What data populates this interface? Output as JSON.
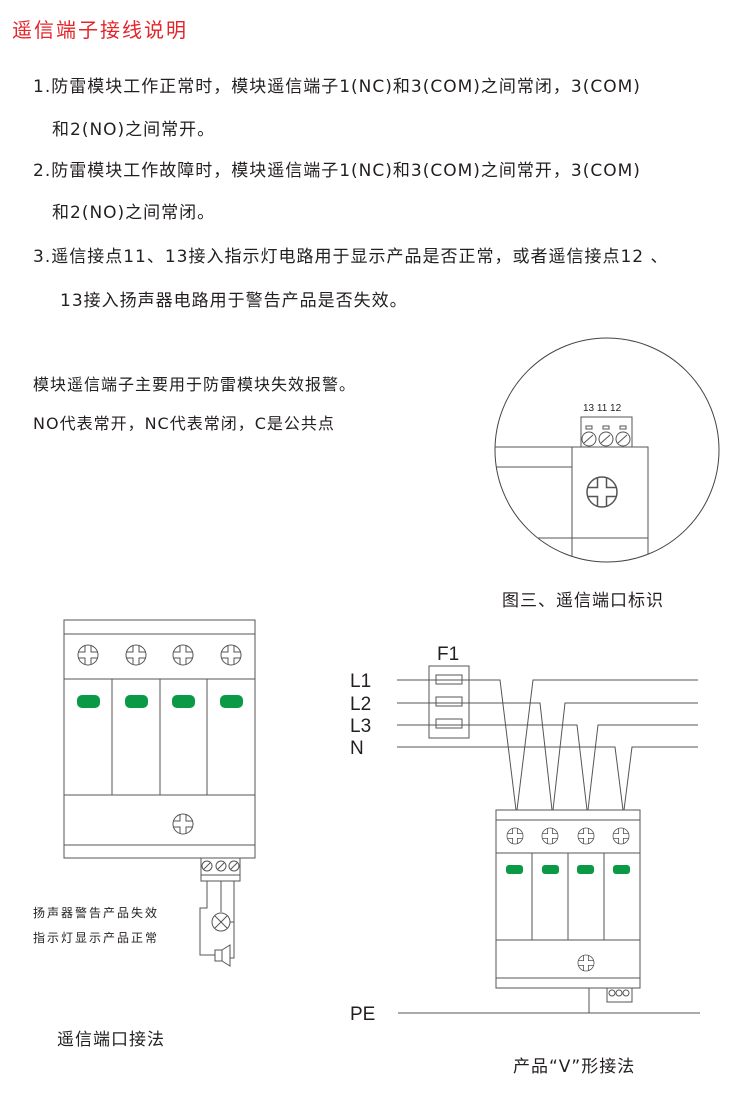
{
  "title": "遥信端子接线说明",
  "paragraphs": [
    "1.防雷模块工作正常时，模块遥信端子1(NC)和3(COM)之间常闭，3(COM)",
    "和2(NO)之间常开。",
    "2.防雷模块工作故障时，模块遥信端子1(NC)和3(COM)之间常开，3(COM)",
    "和2(NO)之间常闭。",
    "3.遥信接点11、13接入指示灯电路用于显示产品是否正常，或者遥信接点12 、",
    "13接入扬声器电路用于警告产品是否失效。"
  ],
  "notes": [
    "模块遥信端子主要用于防雷模块失效报警。",
    "NO代表常开，NC代表常闭，C是公共点"
  ],
  "figure3": {
    "terminal_labels": "13 11 12",
    "caption": "图三、遥信端口标识"
  },
  "left_diagram": {
    "speaker_label": "扬声器警告产品失效",
    "lamp_label": "指示灯显示产品正常",
    "caption": "遥信端口接法"
  },
  "right_diagram": {
    "fuse_label": "F1",
    "lines": [
      "L1",
      "L2",
      "L3",
      "N"
    ],
    "pe_label": "PE",
    "caption": "产品“V”形接法"
  },
  "colors": {
    "title": "#e3262b",
    "led": "#0a9a45"
  }
}
